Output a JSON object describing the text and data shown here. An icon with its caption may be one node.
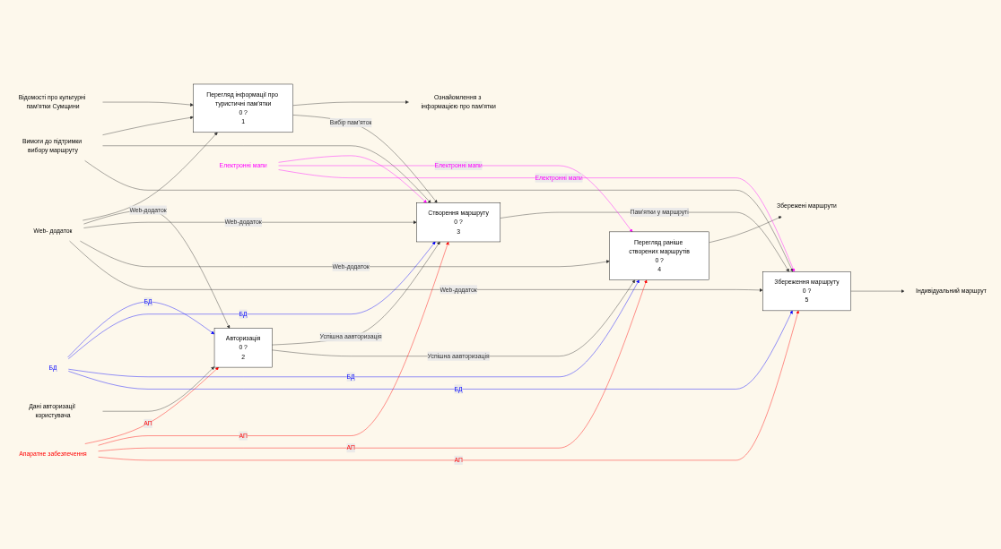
{
  "diagram": {
    "nodes": [
      {
        "text": [
          "Відомості про культурні пам'ятки Сумщини"
        ]
      },
      {
        "text": [
          "Перегляд інформації про туристичні пам'ятки",
          "0 ?",
          "1"
        ]
      },
      {
        "text": [
          "Дані авторизації користувача"
        ]
      },
      {
        "text": [
          "Авторизація",
          "0 ?",
          "2"
        ]
      },
      {
        "text": [
          "Вимоги до підтримки вибору маршруту"
        ]
      },
      {
        "text": [
          "Створення маршруту",
          "0 ?",
          "3"
        ]
      },
      {
        "text": [
          "Перегляд раніше створених маршрутів",
          "0 ?",
          "4"
        ]
      },
      {
        "text": [
          "Збереження маршруту",
          "0 ?",
          "5"
        ]
      },
      {
        "text": [
          "Ознайомлення з інформацією про пам'ятки"
        ]
      },
      {
        "text": [
          "Збережені маршрути"
        ]
      },
      {
        "text": [
          "Індивідуальний маршрут"
        ]
      },
      {
        "text": [
          "Апаратне забезпечення"
        ]
      },
      {
        "text": [
          "Web- додаток"
        ]
      },
      {
        "text": [
          "БД"
        ]
      },
      {
        "text": [
          "Електронні мапи"
        ]
      }
    ],
    "edges": [
      {
        "from": 0,
        "to": 1,
        "arrow": "to"
      },
      {
        "from": 2,
        "to": 3,
        "arrow": "to"
      },
      {
        "from": 4,
        "to": 1,
        "arrow": "to"
      },
      {
        "from": 4,
        "to": 5,
        "arrow": "to"
      },
      {
        "from": 4,
        "to": 7,
        "arrow": "to"
      },
      {
        "from": 1,
        "to": 8,
        "arrow": "to"
      },
      {
        "from": 1,
        "to": 5,
        "arrow": "to",
        "label": "Вибір пам'яток"
      },
      {
        "from": 3,
        "to": 5,
        "arrow": "to",
        "label": "Успішна аавторизація"
      },
      {
        "from": 3,
        "to": 6,
        "arrow": "to",
        "label": "Успішна аавторизація"
      },
      {
        "from": 5,
        "to": 7,
        "arrow": "to",
        "label": "Пам'ятки у маршруті"
      },
      {
        "from": 6,
        "to": 9,
        "arrow": "to"
      },
      {
        "from": 7,
        "to": 10,
        "arrow": "to"
      },
      {
        "from": 12,
        "to": 1,
        "arrow": "to"
      },
      {
        "from": 12,
        "to": 3,
        "arrow": "to",
        "label": "Web-додаток"
      },
      {
        "from": 12,
        "to": 5,
        "arrow": "to",
        "label": "Web-додаток"
      },
      {
        "from": 12,
        "to": 6,
        "arrow": "to",
        "label": "Web-додаток"
      },
      {
        "from": 12,
        "to": 7,
        "arrow": "to",
        "label": "Web-додаток"
      },
      {
        "from": 13,
        "to": 3,
        "arrow": "to",
        "label": "БД",
        "color": "#0000ff"
      },
      {
        "from": 13,
        "to": 5,
        "arrow": "to",
        "label": "БД",
        "color": "#0000ff"
      },
      {
        "from": 13,
        "to": 6,
        "arrow": "to",
        "label": "БД",
        "color": "#0000ff"
      },
      {
        "from": 13,
        "to": 7,
        "arrow": "to",
        "label": "БД",
        "color": "#0000ff"
      },
      {
        "from": 11,
        "to": 3,
        "arrow": "to",
        "label": "АП",
        "color": "#ff0000"
      },
      {
        "from": 11,
        "to": 5,
        "arrow": "to",
        "label": "АП",
        "color": "#ff0000"
      },
      {
        "from": 11,
        "to": 6,
        "arrow": "to",
        "label": "АП",
        "color": "#ff0000"
      },
      {
        "from": 11,
        "to": 7,
        "arrow": "to",
        "label": "АП",
        "color": "#ff0000"
      },
      {
        "from": 14,
        "to": 5,
        "arrow": "to",
        "color": "#ff00ff"
      },
      {
        "from": 14,
        "to": 6,
        "arrow": "to",
        "label": "Електронні мапи",
        "color": "#ff00ff"
      },
      {
        "from": 14,
        "to": 7,
        "arrow": "to",
        "label": "Електронні мапи",
        "color": "#ff00ff"
      }
    ]
  }
}
